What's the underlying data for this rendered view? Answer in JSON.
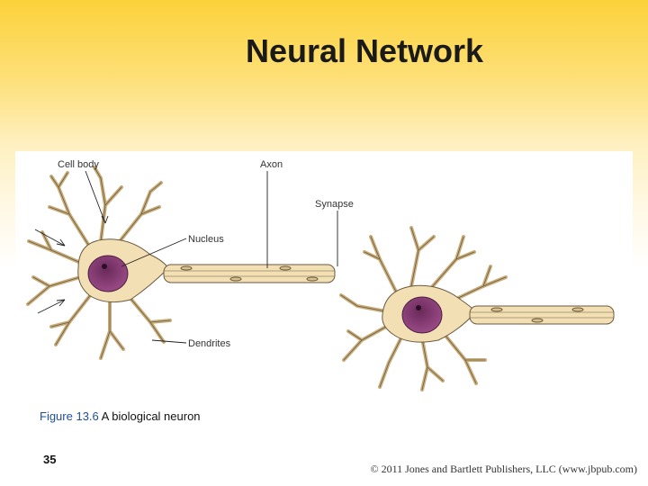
{
  "title": "Neural Network",
  "figure": {
    "labels": {
      "cell_body": "Cell body",
      "axon": "Axon",
      "synapse": "Synapse",
      "nucleus": "Nucleus",
      "dendrites": "Dendrites"
    },
    "colors": {
      "cytoplasm": "#f2dfb3",
      "nucleus": "#8a3f76",
      "outline": "#6b5a40"
    }
  },
  "caption": {
    "figure_number": "Figure 13.6",
    "text": "A biological neuron"
  },
  "page_number": "35",
  "copyright": "© 2011 Jones and Bartlett Publishers, LLC (www.jbpub.com)"
}
